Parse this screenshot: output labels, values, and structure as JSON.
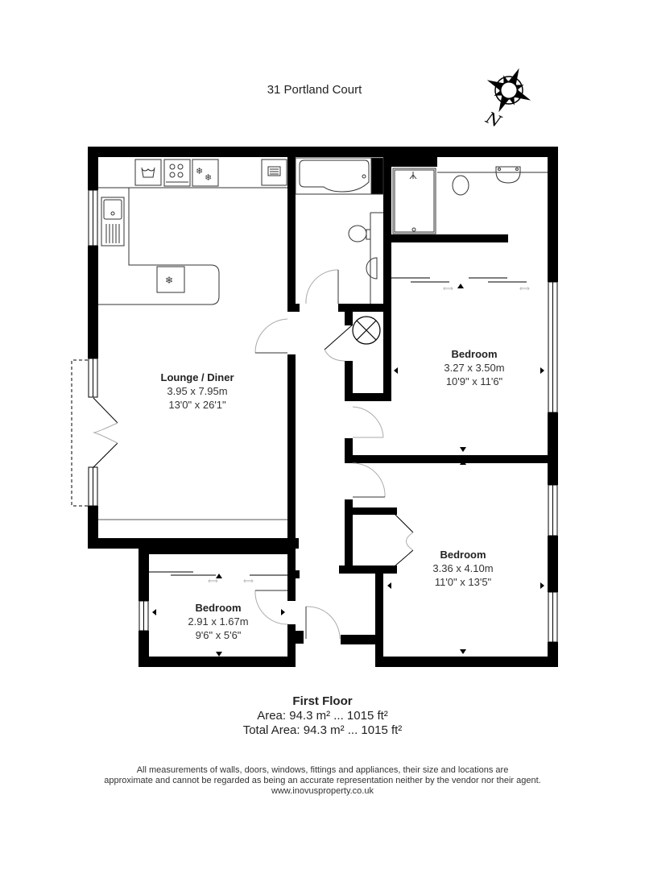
{
  "header": {
    "title": "31 Portland Court",
    "compass": {
      "icon": "compass-rose-icon",
      "north_label": "N"
    }
  },
  "rooms": [
    {
      "name": "Lounge / Diner",
      "metric": "3.95 x 7.95m",
      "imperial": "13'0\" x 26'1\""
    },
    {
      "name": "Bedroom",
      "metric": "3.27 x 3.50m",
      "imperial": "10'9\" x 11'6\""
    },
    {
      "name": "Bedroom",
      "metric": "3.36 x 4.10m",
      "imperial": "11'0\" x 13'5\""
    },
    {
      "name": "Bedroom",
      "metric": "2.91 x 1.67m",
      "imperial": "9'6\" x 5'6\""
    }
  ],
  "fixtures": [
    "washing-machine-icon",
    "hob-icon",
    "fridge-freezer-icon",
    "oven-icon",
    "sink-icon",
    "freezer-icon",
    "bath-icon",
    "toilet-icon",
    "basin-icon",
    "shower-icon",
    "boiler-icon"
  ],
  "floor": {
    "name": "First Floor",
    "area": "Area: 94.3 m² ... 1015 ft²"
  },
  "total_area": "Total Area: 94.3 m² ... 1015 ft²",
  "disclaimer": {
    "line1": "All measurements of walls, doors, windows, fittings and appliances, their size and locations are",
    "line2": "approximate and cannot be regarded as being an accurate representation neither by the vendor nor their agent.",
    "website": "www.inovusproperty.co.uk"
  },
  "colors": {
    "wall": "#000000",
    "line": "#444444",
    "door_arc": "#aaaaaa",
    "text": "#222222"
  }
}
